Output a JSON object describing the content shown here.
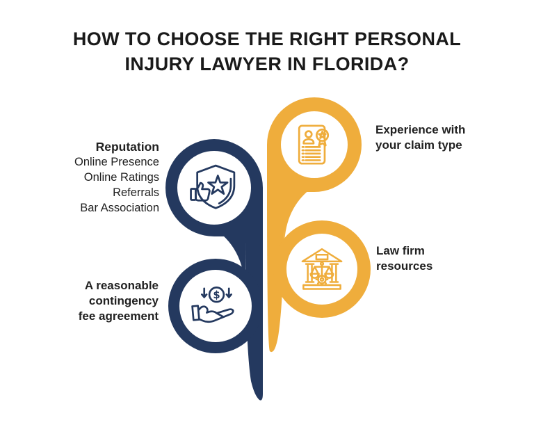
{
  "title": {
    "line1": "HOW TO CHOOSE THE RIGHT PERSONAL",
    "line2": "INJURY LAWYER IN FLORIDA?"
  },
  "colors": {
    "navy": "#24395F",
    "yellow": "#EFAD3C",
    "title_text": "#1A1A1A",
    "body_text": "#212121",
    "circle_inner": "#FFFFFF"
  },
  "nodes": {
    "reputation": {
      "heading": "Reputation",
      "items": [
        "Online Presence",
        "Online Ratings",
        "Referrals",
        "Bar Association"
      ],
      "icon": "shield-star-thumbs-up-icon",
      "color": "navy"
    },
    "experience": {
      "line1": "Experience with",
      "line2": "your claim type",
      "icon": "certificate-icon",
      "color": "yellow"
    },
    "law_firm": {
      "line1": "Law firm",
      "line2": "resources",
      "icon": "courthouse-scales-icon",
      "color": "yellow"
    },
    "fee": {
      "line1": "A reasonable",
      "line2": "contingency",
      "line3": "fee agreement",
      "icon": "hand-money-icon",
      "color": "navy"
    }
  }
}
